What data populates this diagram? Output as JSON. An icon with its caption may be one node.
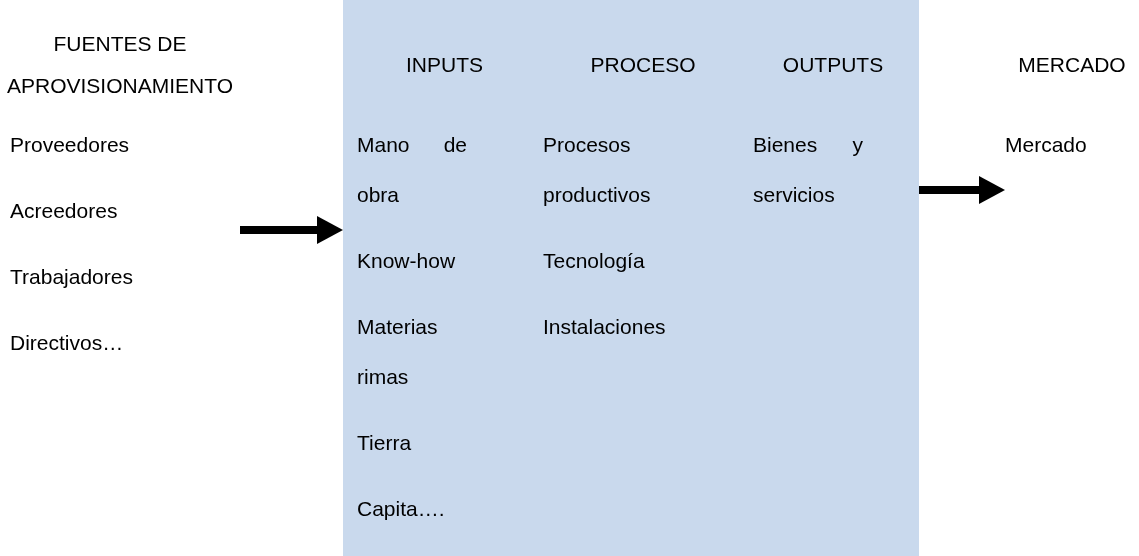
{
  "diagram": {
    "nodes": [
      {
        "text": [
          "FUENTES DE APROVISIONAMIENTO",
          "Proveedores",
          "Acreedores",
          "Trabajadores",
          "Directivos…"
        ]
      },
      {
        "text": [],
        "shape": "box"
      },
      {
        "text": [
          "INPUTS",
          "Mano de obra",
          "Know-how",
          "Materias rimas",
          "Tierra",
          "Capita…."
        ],
        "in": 1
      },
      {
        "text": [
          "PROCESO",
          "Procesos productivos",
          "Tecnología",
          "Instalaciones"
        ],
        "in": 1
      },
      {
        "text": [
          "OUTPUTS",
          "Bienes y servicios"
        ],
        "in": 1
      },
      {
        "text": [
          "MERCADO",
          "Mercado"
        ]
      }
    ],
    "edges": [
      {
        "from": 0,
        "to": 1,
        "arrow": "to"
      },
      {
        "from": 1,
        "to": 5,
        "arrow": "to"
      }
    ]
  }
}
